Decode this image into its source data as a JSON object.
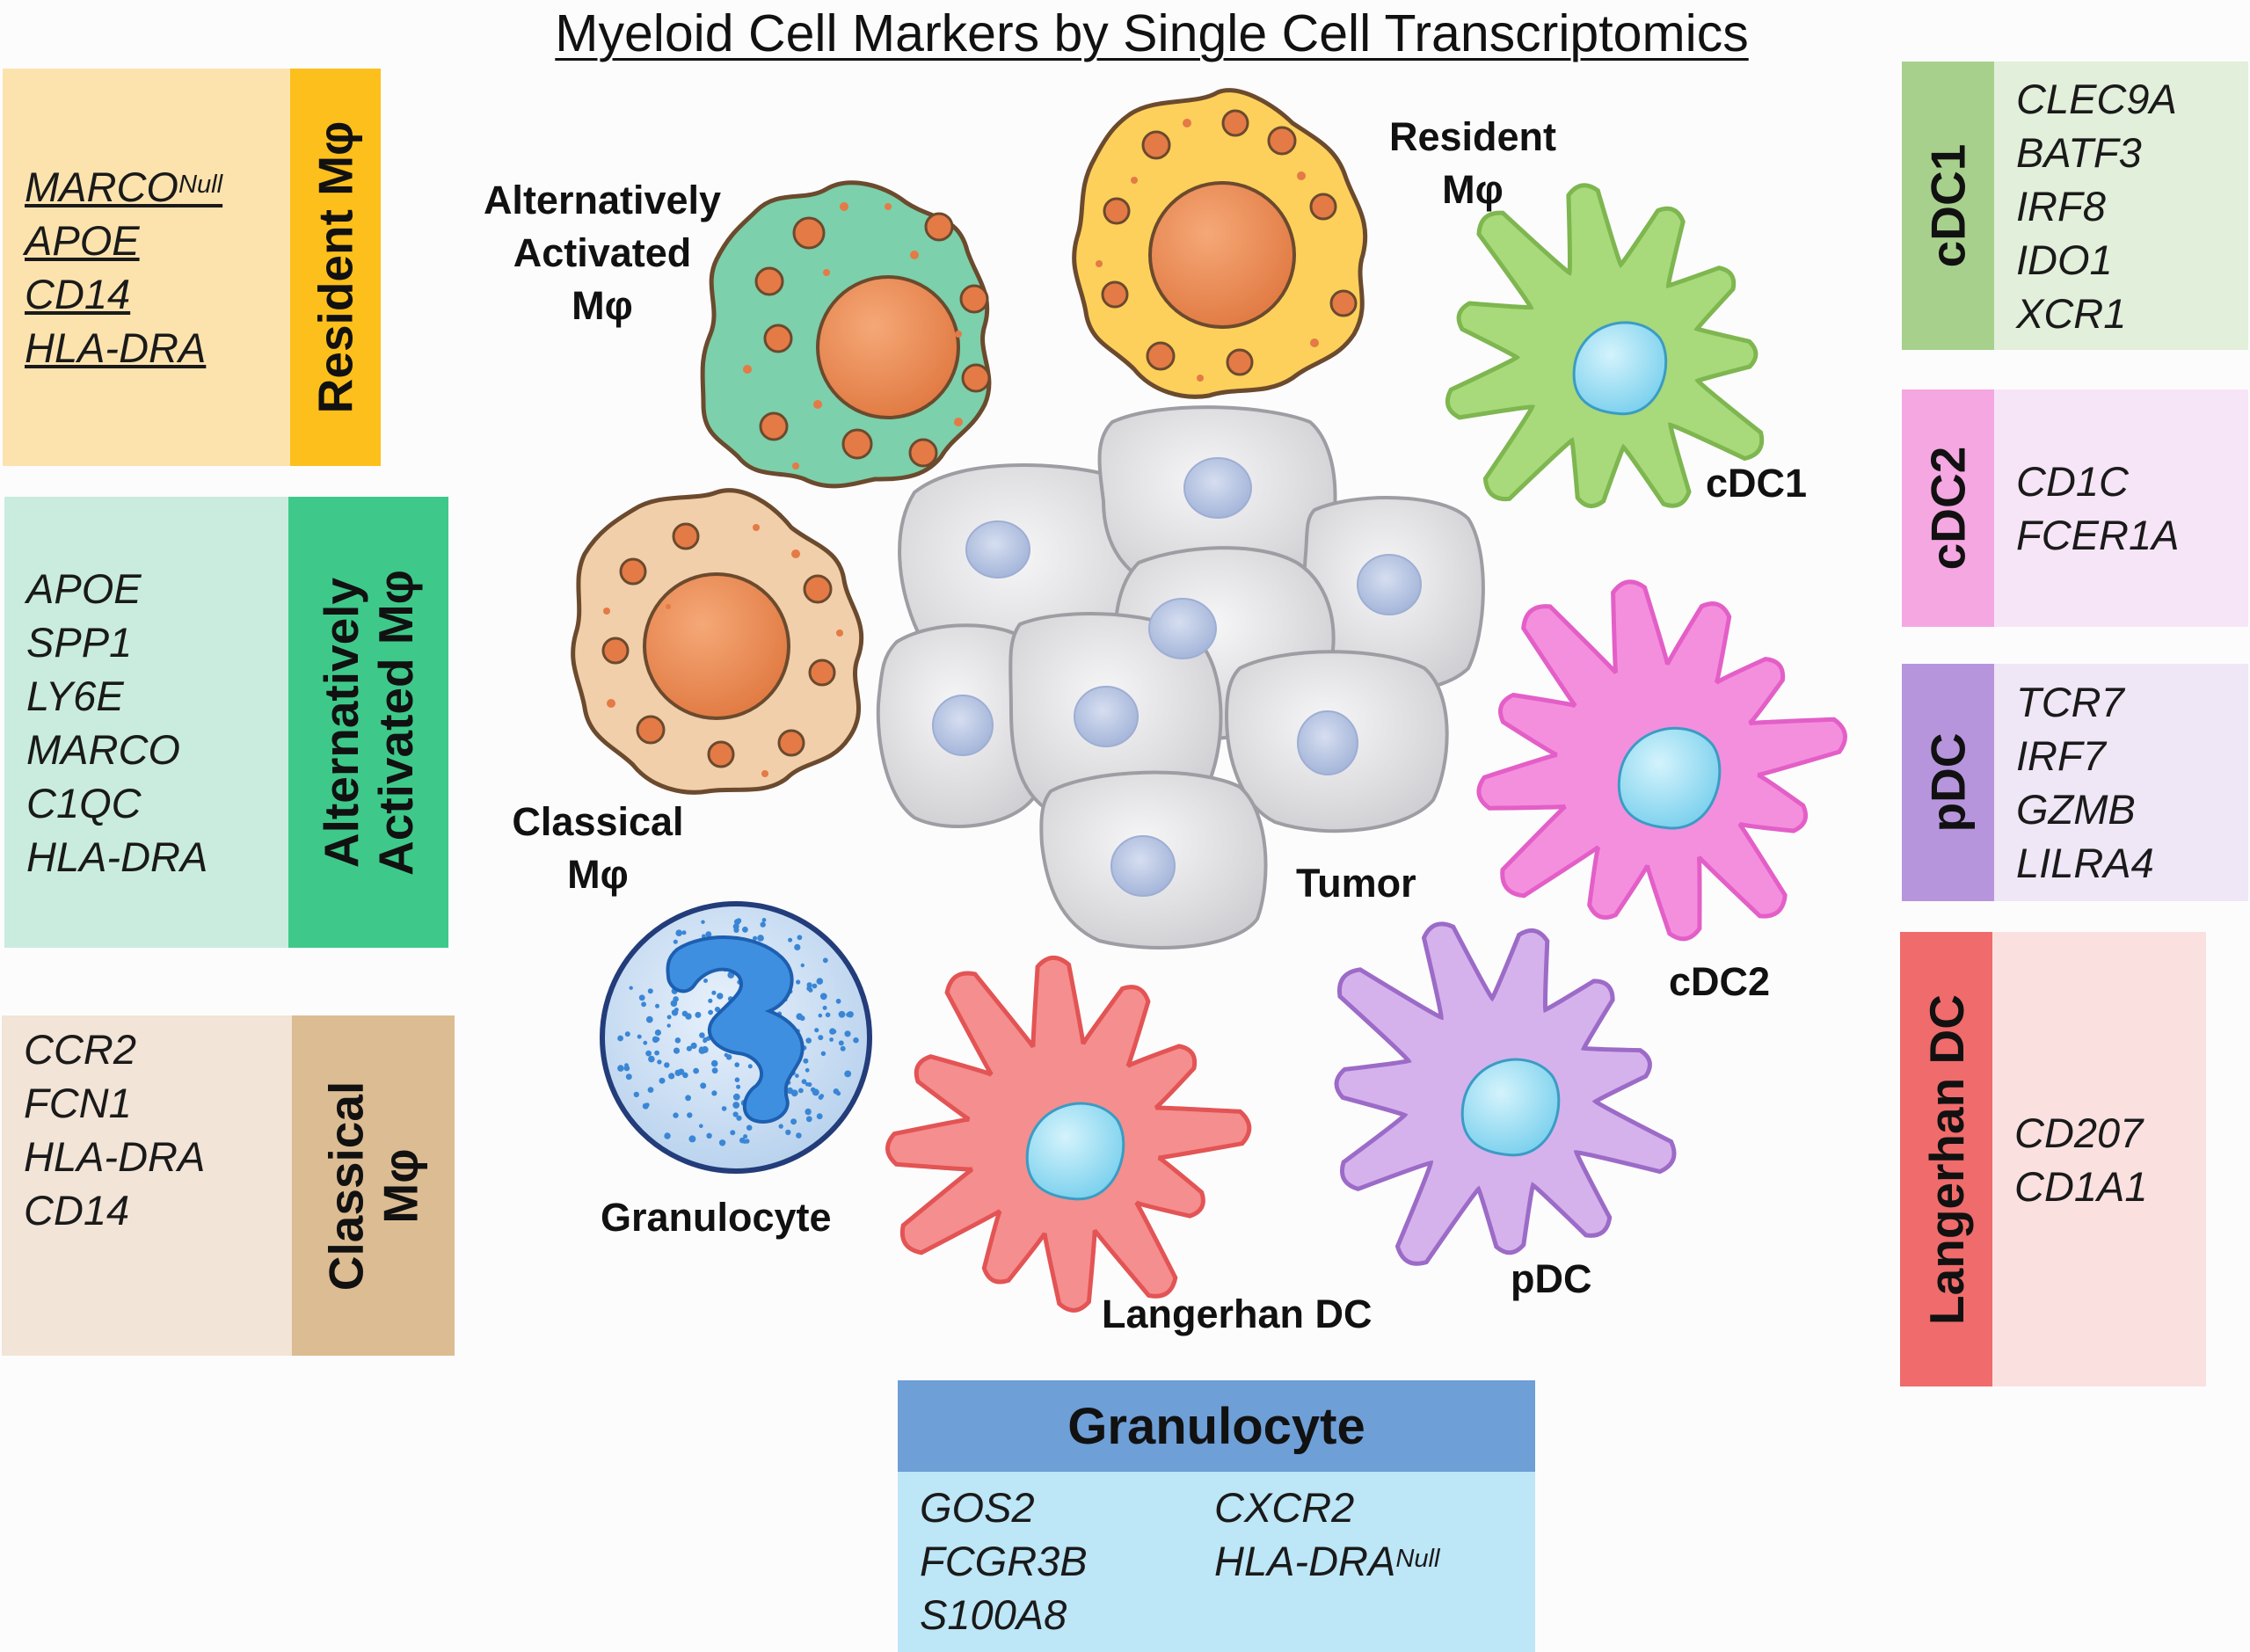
{
  "title": "Myeloid Cell Markers by Single Cell Transcriptomics",
  "panels": {
    "resident": {
      "heading": "Resident Mφ",
      "markers": [
        "MARCO",
        "APOE",
        "CD14",
        "HLA-DRA"
      ],
      "marker0_sup": "Null"
    },
    "alternative": {
      "heading": "Alternatively Activated Mφ",
      "heading_line1": "Alternatively",
      "heading_line2": "Activated Mφ",
      "markers": [
        "APOE",
        "SPP1",
        "LY6E",
        "MARCO",
        "C1QC",
        "HLA-DRA"
      ]
    },
    "classical": {
      "heading": "Classical Mφ",
      "heading_line1": "Classical",
      "heading_line2": "Mφ",
      "markers": [
        "CCR2",
        "FCN1",
        "HLA-DRA",
        "CD14"
      ]
    },
    "cdc1": {
      "heading": "cDC1",
      "markers": [
        "CLEC9A",
        "BATF3",
        "IRF8",
        "IDO1",
        "XCR1"
      ]
    },
    "cdc2": {
      "heading": "cDC2",
      "markers": [
        "CD1C",
        "FCER1A"
      ]
    },
    "pdc": {
      "heading": "pDC",
      "markers": [
        "TCR7",
        "IRF7",
        "GZMB",
        "LILRA4"
      ]
    },
    "langerhan": {
      "heading": "Langerhan DC",
      "markers": [
        "CD207",
        "CD1A1"
      ]
    },
    "granulocyte": {
      "heading": "Granulocyte",
      "markers_col1": [
        "GOS2",
        "FCGR3B",
        "S100A8"
      ],
      "markers_col2": [
        "CXCR2",
        "HLA-DRA"
      ],
      "marker_col2_1_sup": "Null"
    }
  },
  "cell_labels": {
    "alt_line1": "Alternatively",
    "alt_line2": "Activated",
    "alt_line3": "Mφ",
    "res_line1": "Resident",
    "res_line2": "Mφ",
    "cla_line1": "Classical",
    "cla_line2": "Mφ",
    "cdc1": "cDC1",
    "cdc2": "cDC2",
    "pdc": "pDC",
    "tumor": "Tumor",
    "granulocyte": "Granulocyte",
    "langerhan": "Langerhan DC"
  },
  "colors": {
    "resident_tab": "#fdbf1c",
    "resident_bg": "#fce3ae",
    "alternative_tab": "#3ec98a",
    "alternative_bg": "#c9ecde",
    "classical_tab": "#dcbc93",
    "classical_bg": "#f2e4d6",
    "cdc1_tab": "#a8d08d",
    "cdc1_bg": "#e2efda",
    "cdc2_tab": "#f4a7e1",
    "cdc2_bg": "#f6e5f6",
    "pdc_tab": "#b795dd",
    "pdc_bg": "#efe6f6",
    "langerhan_tab": "#f06b6b",
    "langerhan_bg": "#fbe0e0",
    "granulocyte_head": "#6e9fd6",
    "granulocyte_bg": "#bde6f7"
  }
}
